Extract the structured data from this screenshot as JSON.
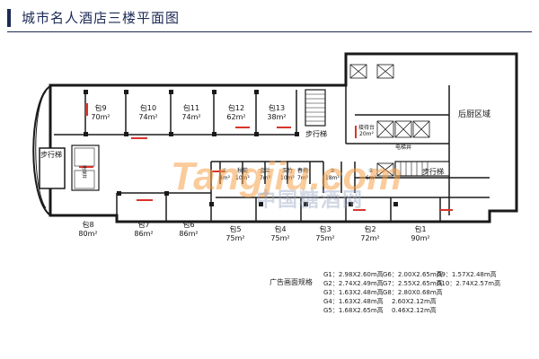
{
  "header": {
    "title": "城市名人酒店三楼平面图",
    "accent_color": "#1c2a55"
  },
  "rooms": {
    "bao9": {
      "name": "包9",
      "area": "70m²"
    },
    "bao10": {
      "name": "包10",
      "area": "74m²"
    },
    "bao11": {
      "name": "包11",
      "area": "74m²"
    },
    "bao12": {
      "name": "包12",
      "area": "62m²"
    },
    "bao13": {
      "name": "包13",
      "area": "38m²"
    },
    "bao8": {
      "name": "包8",
      "area": "80m²"
    },
    "bao7": {
      "name": "包7",
      "area": "86m²"
    },
    "bao6": {
      "name": "包6",
      "area": "86m²"
    },
    "bao5": {
      "name": "包5",
      "area": "75m²"
    },
    "bao4": {
      "name": "包4",
      "area": "75m²"
    },
    "bao3": {
      "name": "包3",
      "area": "75m²"
    },
    "bao2": {
      "name": "包2",
      "area": "72m²"
    },
    "bao1": {
      "name": "包1",
      "area": "90m²"
    },
    "r1": {
      "name": "①",
      "area": "4m²"
    },
    "qiuju": {
      "name": "秋菊",
      "area": "10m²"
    },
    "jinlan": {
      "name": "金兰",
      "area": "7m²"
    },
    "yuzhu": {
      "name": "玉竹",
      "area": "10m²"
    },
    "chunmei": {
      "name": "春梅",
      "area": "7m²"
    },
    "r3": {
      "name": "③",
      "area": "18m²"
    },
    "r2": {
      "name": "②",
      "area": "6m²"
    },
    "waiting": {
      "name": "接待台",
      "area": "20m²"
    }
  },
  "labels": {
    "stairs_left": "步行梯",
    "stairs_center": "步行梯",
    "stairs_right": "步行梯",
    "shaft_left": "电梯井",
    "shaft_center": "电梯井",
    "kitchen": "后厨区域"
  },
  "legend": {
    "title": "广告画面规格",
    "items": [
      "G1：2.98X2.60m高",
      "G2：2.74X2.49m高",
      "G3：1.63X2.48m高",
      "G4：1.63X2.48m高",
      "G5：1.68X2.65m高",
      "G6：2.00X2.65m高",
      "G7：2.55X2.65m高",
      "G8：2.80X0.68m高",
      "2.60X2.12m高",
      "0.46X2.12m高",
      "G9：1.57X2.48m高",
      "G10：2.74X2.57m高"
    ]
  },
  "watermark": {
    "brand": "Tangjiu.com",
    "cn": "中国糖酒网",
    "color": "#f6a24a"
  },
  "colors": {
    "wall": "#1a1a1a",
    "marker": "#d9342b"
  }
}
